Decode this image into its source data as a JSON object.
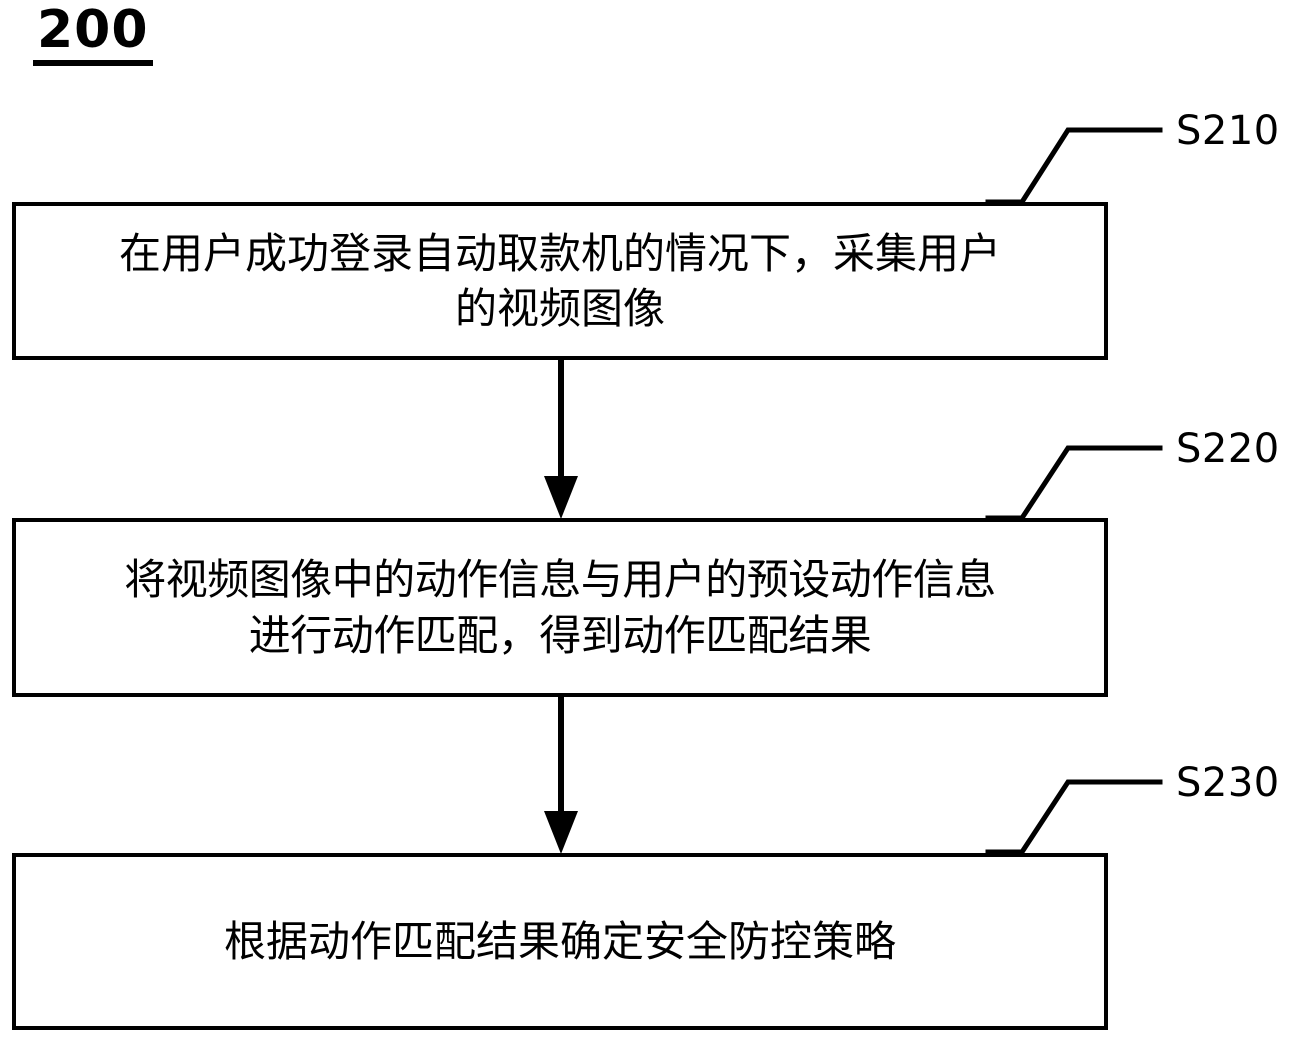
{
  "figure": {
    "number": "200"
  },
  "flowchart": {
    "steps": [
      {
        "id": "S210",
        "label": "S210",
        "text": "在用户成功登录自动取款机的情况下，采集用户\n的视频图像"
      },
      {
        "id": "S220",
        "label": "S220",
        "text": "将视频图像中的动作信息与用户的预设动作信息\n进行动作匹配，得到动作匹配结果"
      },
      {
        "id": "S230",
        "label": "S230",
        "text": "根据动作匹配结果确定安全防控策略"
      }
    ],
    "connectors": [
      {
        "from": "S210",
        "to": "S220",
        "style": "solid-arrow-down"
      },
      {
        "from": "S220",
        "to": "S230",
        "style": "solid-arrow-down"
      }
    ],
    "colors": {
      "stroke": "#000000",
      "fill": "#ffffff",
      "text": "#000000"
    }
  }
}
